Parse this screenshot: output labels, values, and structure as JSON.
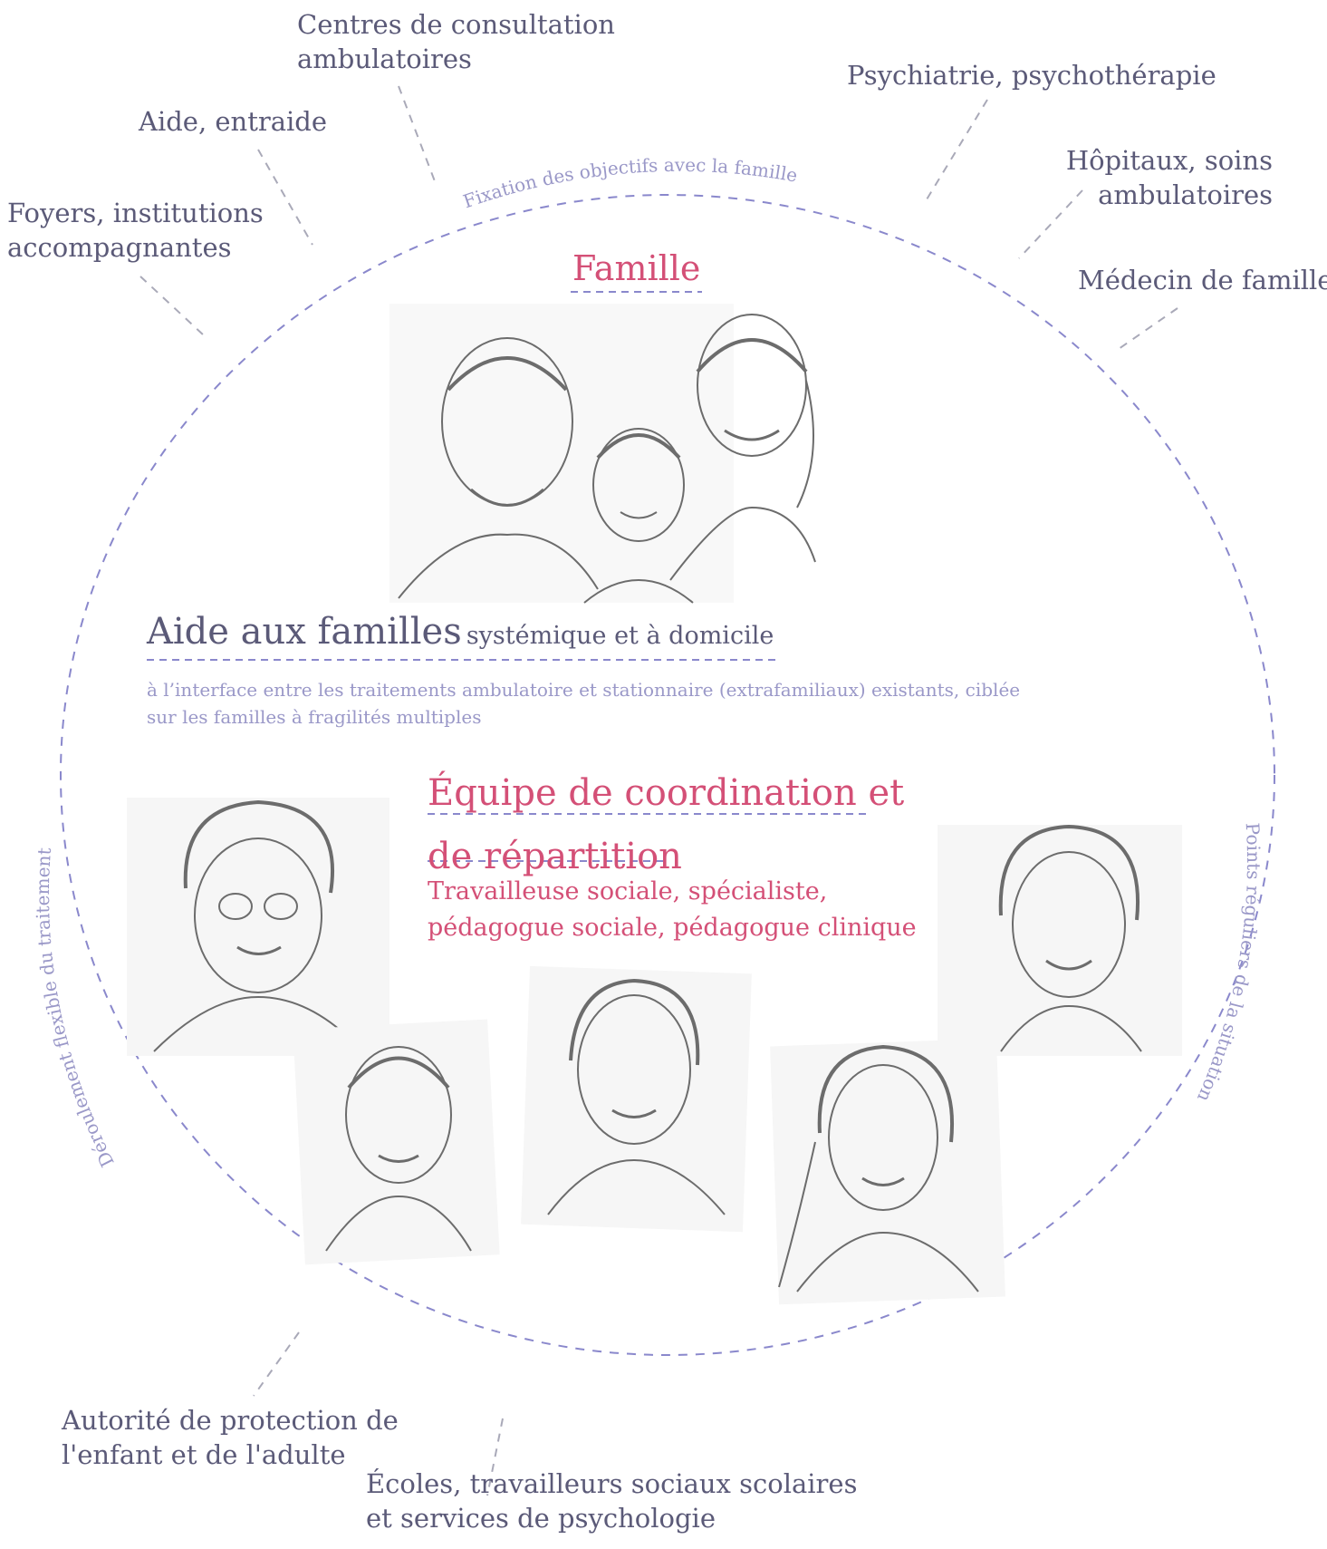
{
  "arc_labels": {
    "top": "Fixation des objectifs avec la famille",
    "left": "Déroulement flexible du traitement",
    "right": "Points réguliers de la situation"
  },
  "center": {
    "family_title": "Famille",
    "aide_title": "Aide aux familles",
    "aide_subtitle": "systémique et à domicile",
    "interface_text": "à l’interface entre les traitements ambulatoire et stationnaire (extrafamiliaux) existants, ciblée sur les familles à fragilités multiples",
    "equipe_line1": "Équipe de coordination et",
    "equipe_line2": "de répartition",
    "roles_line1": "Travailleuse sociale, spécialiste,",
    "roles_line2": "pédagogue sociale, pédagogue clinique"
  },
  "outer": {
    "centres": [
      "Centres de consultation",
      "ambulatoires"
    ],
    "psychiatrie": "Psychiatrie, psychothérapie",
    "aide_entraide": "Aide, entraide",
    "hopitaux": [
      "Hôpitaux, soins",
      "ambulatoires"
    ],
    "foyers": [
      "Foyers, institutions",
      "accompagnantes"
    ],
    "medecin": "Médecin de famille",
    "autorite": [
      "Autorité de protection de",
      "l'enfant et de l'adulte"
    ],
    "ecoles": [
      "Écoles, travailleurs sociaux scolaires",
      "et services de psychologie"
    ]
  },
  "colors": {
    "accent_pink": "#d45077",
    "text_navy": "#5b5a78",
    "muted_lavender": "#9a98c8",
    "dash_gray": "#a9a9b8"
  },
  "portraits": [
    "family-portrait",
    "staff-portrait-1",
    "staff-portrait-2",
    "staff-portrait-3",
    "staff-portrait-4",
    "staff-portrait-5"
  ]
}
